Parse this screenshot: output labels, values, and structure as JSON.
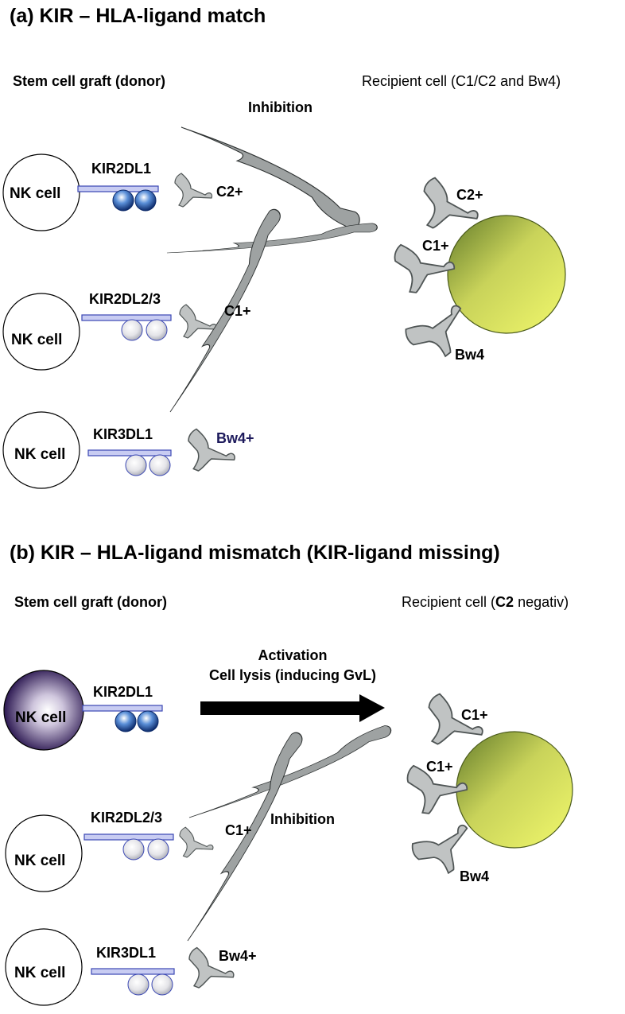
{
  "colors": {
    "receptor_fill": "#c8ccf2",
    "receptor_stroke": "#3b48b4",
    "ligand_fill": "#c0c3c3",
    "ligand_stroke": "#4f5555",
    "arrow_fill": "#9ea2a2",
    "recipient_light": "#f1f86c",
    "recipient_dark": "#627a2a",
    "activated_nk_dark": "#2a1650",
    "bw4_label_color": "#1d1a5c"
  },
  "panel_a": {
    "title": "(a) KIR – HLA-ligand match",
    "donor_label": "Stem cell graft (donor)",
    "recipient_label": "Recipient cell (C1/C2 and Bw4)",
    "inhibition_label": "Inhibition",
    "nk_cells": [
      {
        "label": "NK cell",
        "receptor": "KIR2DL1",
        "ligand": "C2+"
      },
      {
        "label": "NK cell",
        "receptor": "KIR2DL2/3",
        "ligand": "C1+"
      },
      {
        "label": "NK cell",
        "receptor": "KIR3DL1",
        "ligand": "Bw4+"
      }
    ],
    "recipient_ligands": [
      "C2+",
      "C1+",
      "Bw4"
    ]
  },
  "panel_b": {
    "title": "(b) KIR – HLA-ligand mismatch (KIR-ligand missing)",
    "donor_label": "Stem cell graft (donor)",
    "recipient_prefix": "Recipient cell (",
    "recipient_bold": "C2",
    "recipient_suffix": " negativ)",
    "activation_line1": "Activation",
    "activation_line2": "Cell lysis (inducing GvL)",
    "inhibition_label": "Inhibition",
    "nk_cells": [
      {
        "label": "NK cell",
        "receptor": "KIR2DL1",
        "ligand": ""
      },
      {
        "label": "NK cell",
        "receptor": "KIR2DL2/3",
        "ligand": "C1+"
      },
      {
        "label": "NK cell",
        "receptor": "KIR3DL1",
        "ligand": "Bw4+"
      }
    ],
    "recipient_ligands": [
      "C1+",
      "C1+",
      "Bw4"
    ]
  }
}
